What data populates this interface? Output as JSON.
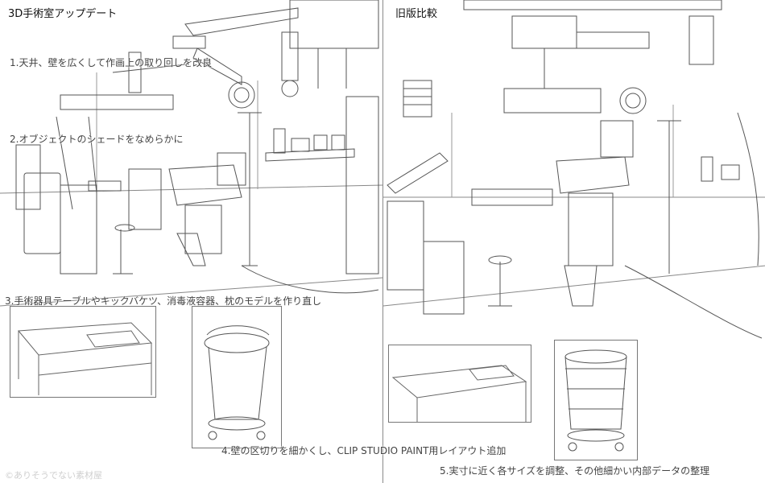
{
  "left_panel": {
    "title": "3D手術室アップデート",
    "notes": [
      "1.天井、壁を広くして作画上の取り回しを改良",
      "2.オブジェクトのシェードをなめらかに",
      "3.手術器具テーブルやキックバケツ、消毒液容器、枕のモデルを作り直し",
      "4.壁の区切りを細かくし、CLIP STUDIO PAINT用レイアウト追加",
      "5.実寸に近く各サイズを調整、その他細かい内部データの整理"
    ]
  },
  "right_panel": {
    "title": "旧版比較"
  },
  "credit": "©ありそうでない素材屋"
}
